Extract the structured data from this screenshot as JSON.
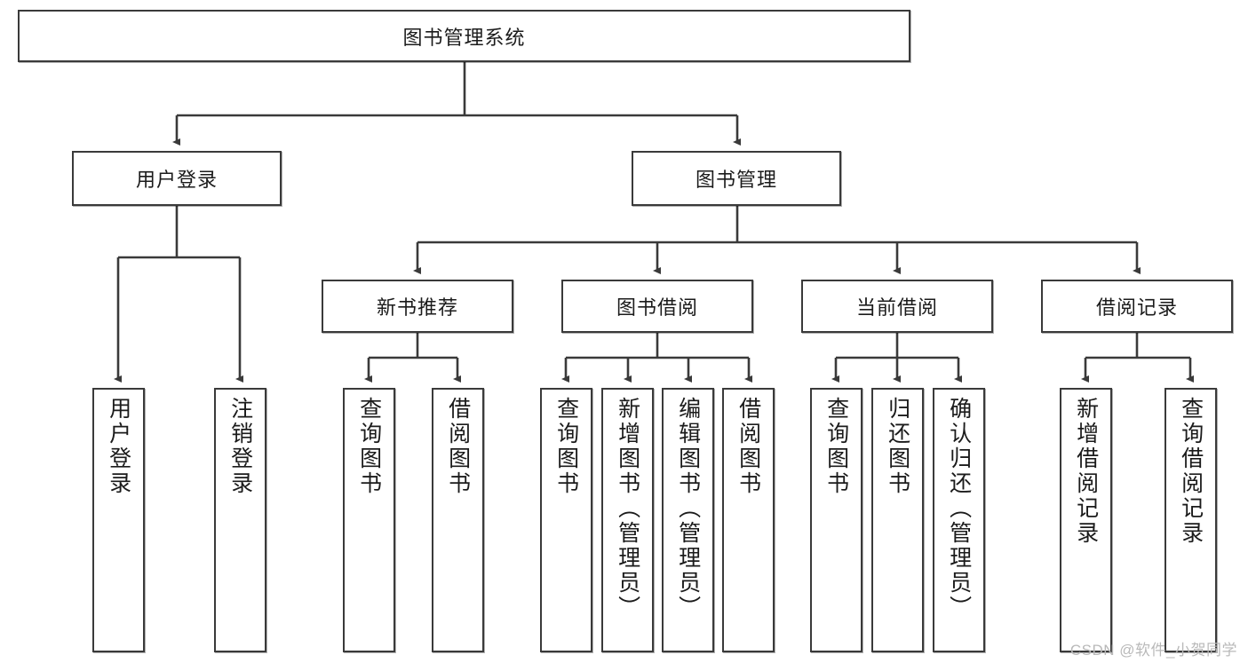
{
  "diagram": {
    "type": "tree",
    "title": "图书管理系统",
    "watermark": "CSDN @软件_小贺同学",
    "colors": {
      "box_border": "#3a3a3a",
      "box_fill": "#ffffff",
      "connector": "#3a3a3a",
      "text": "#1b1b1b",
      "watermark": "#b9b9b9"
    },
    "nodes": {
      "root": {
        "label": "图书管理系统"
      },
      "level2": [
        {
          "id": "user-login",
          "label": "用户登录"
        },
        {
          "id": "book-management",
          "label": "图书管理"
        }
      ],
      "level3": [
        {
          "id": "new-book-recommend",
          "label": "新书推荐"
        },
        {
          "id": "book-borrow",
          "label": "图书借阅"
        },
        {
          "id": "current-borrow",
          "label": "当前借阅"
        },
        {
          "id": "borrow-record",
          "label": "借阅记录"
        }
      ],
      "leaves": {
        "user_login": [
          {
            "id": "leaf-user-login",
            "label": "用户登录"
          },
          {
            "id": "leaf-logout-login",
            "label": "注销登录"
          }
        ],
        "new_book_recommend": [
          {
            "id": "leaf-query-book-1",
            "label": "查询图书"
          },
          {
            "id": "leaf-borrow-book-1",
            "label": "借阅图书"
          }
        ],
        "book_borrow": [
          {
            "id": "leaf-query-book-2",
            "label": "查询图书"
          },
          {
            "id": "leaf-add-book",
            "label": "新增图书（管理员）"
          },
          {
            "id": "leaf-edit-book",
            "label": "编辑图书（管理员）"
          },
          {
            "id": "leaf-borrow-book-2",
            "label": "借阅图书"
          }
        ],
        "current_borrow": [
          {
            "id": "leaf-query-book-3",
            "label": "查询图书"
          },
          {
            "id": "leaf-return-book",
            "label": "归还图书"
          },
          {
            "id": "leaf-confirm-return",
            "label": "确认归还（管理员）"
          }
        ],
        "borrow_record": [
          {
            "id": "leaf-add-record",
            "label": "新增借阅记录"
          },
          {
            "id": "leaf-query-record",
            "label": "查询借阅记录"
          }
        ]
      }
    }
  }
}
